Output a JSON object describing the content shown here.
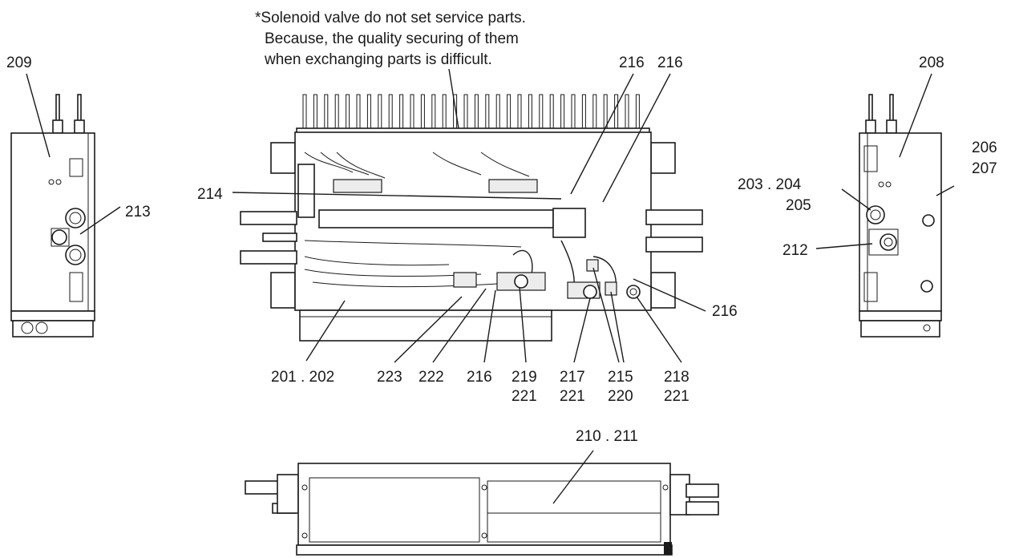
{
  "note": {
    "line1": "*Solenoid valve do not set service parts.",
    "line2": "Because, the quality securing of them",
    "line3": "when exchanging parts is difficult."
  },
  "labels": {
    "p209": "209",
    "p213": "213",
    "p214": "214",
    "p216_top_a": "216",
    "p216_top_b": "216",
    "p216_right": "216",
    "p216_bottom": "216",
    "p201_202": "201 . 202",
    "p223": "223",
    "p222": "222",
    "p219": "219",
    "p219_221": "221",
    "p217": "217",
    "p217_221": "221",
    "p215": "215",
    "p215_220": "220",
    "p218": "218",
    "p218_221": "221",
    "p208": "208",
    "p206": "206",
    "p207": "207",
    "p203_204": "203 . 204",
    "p205": "205",
    "p212": "212",
    "p210_211": "210 . 211"
  }
}
